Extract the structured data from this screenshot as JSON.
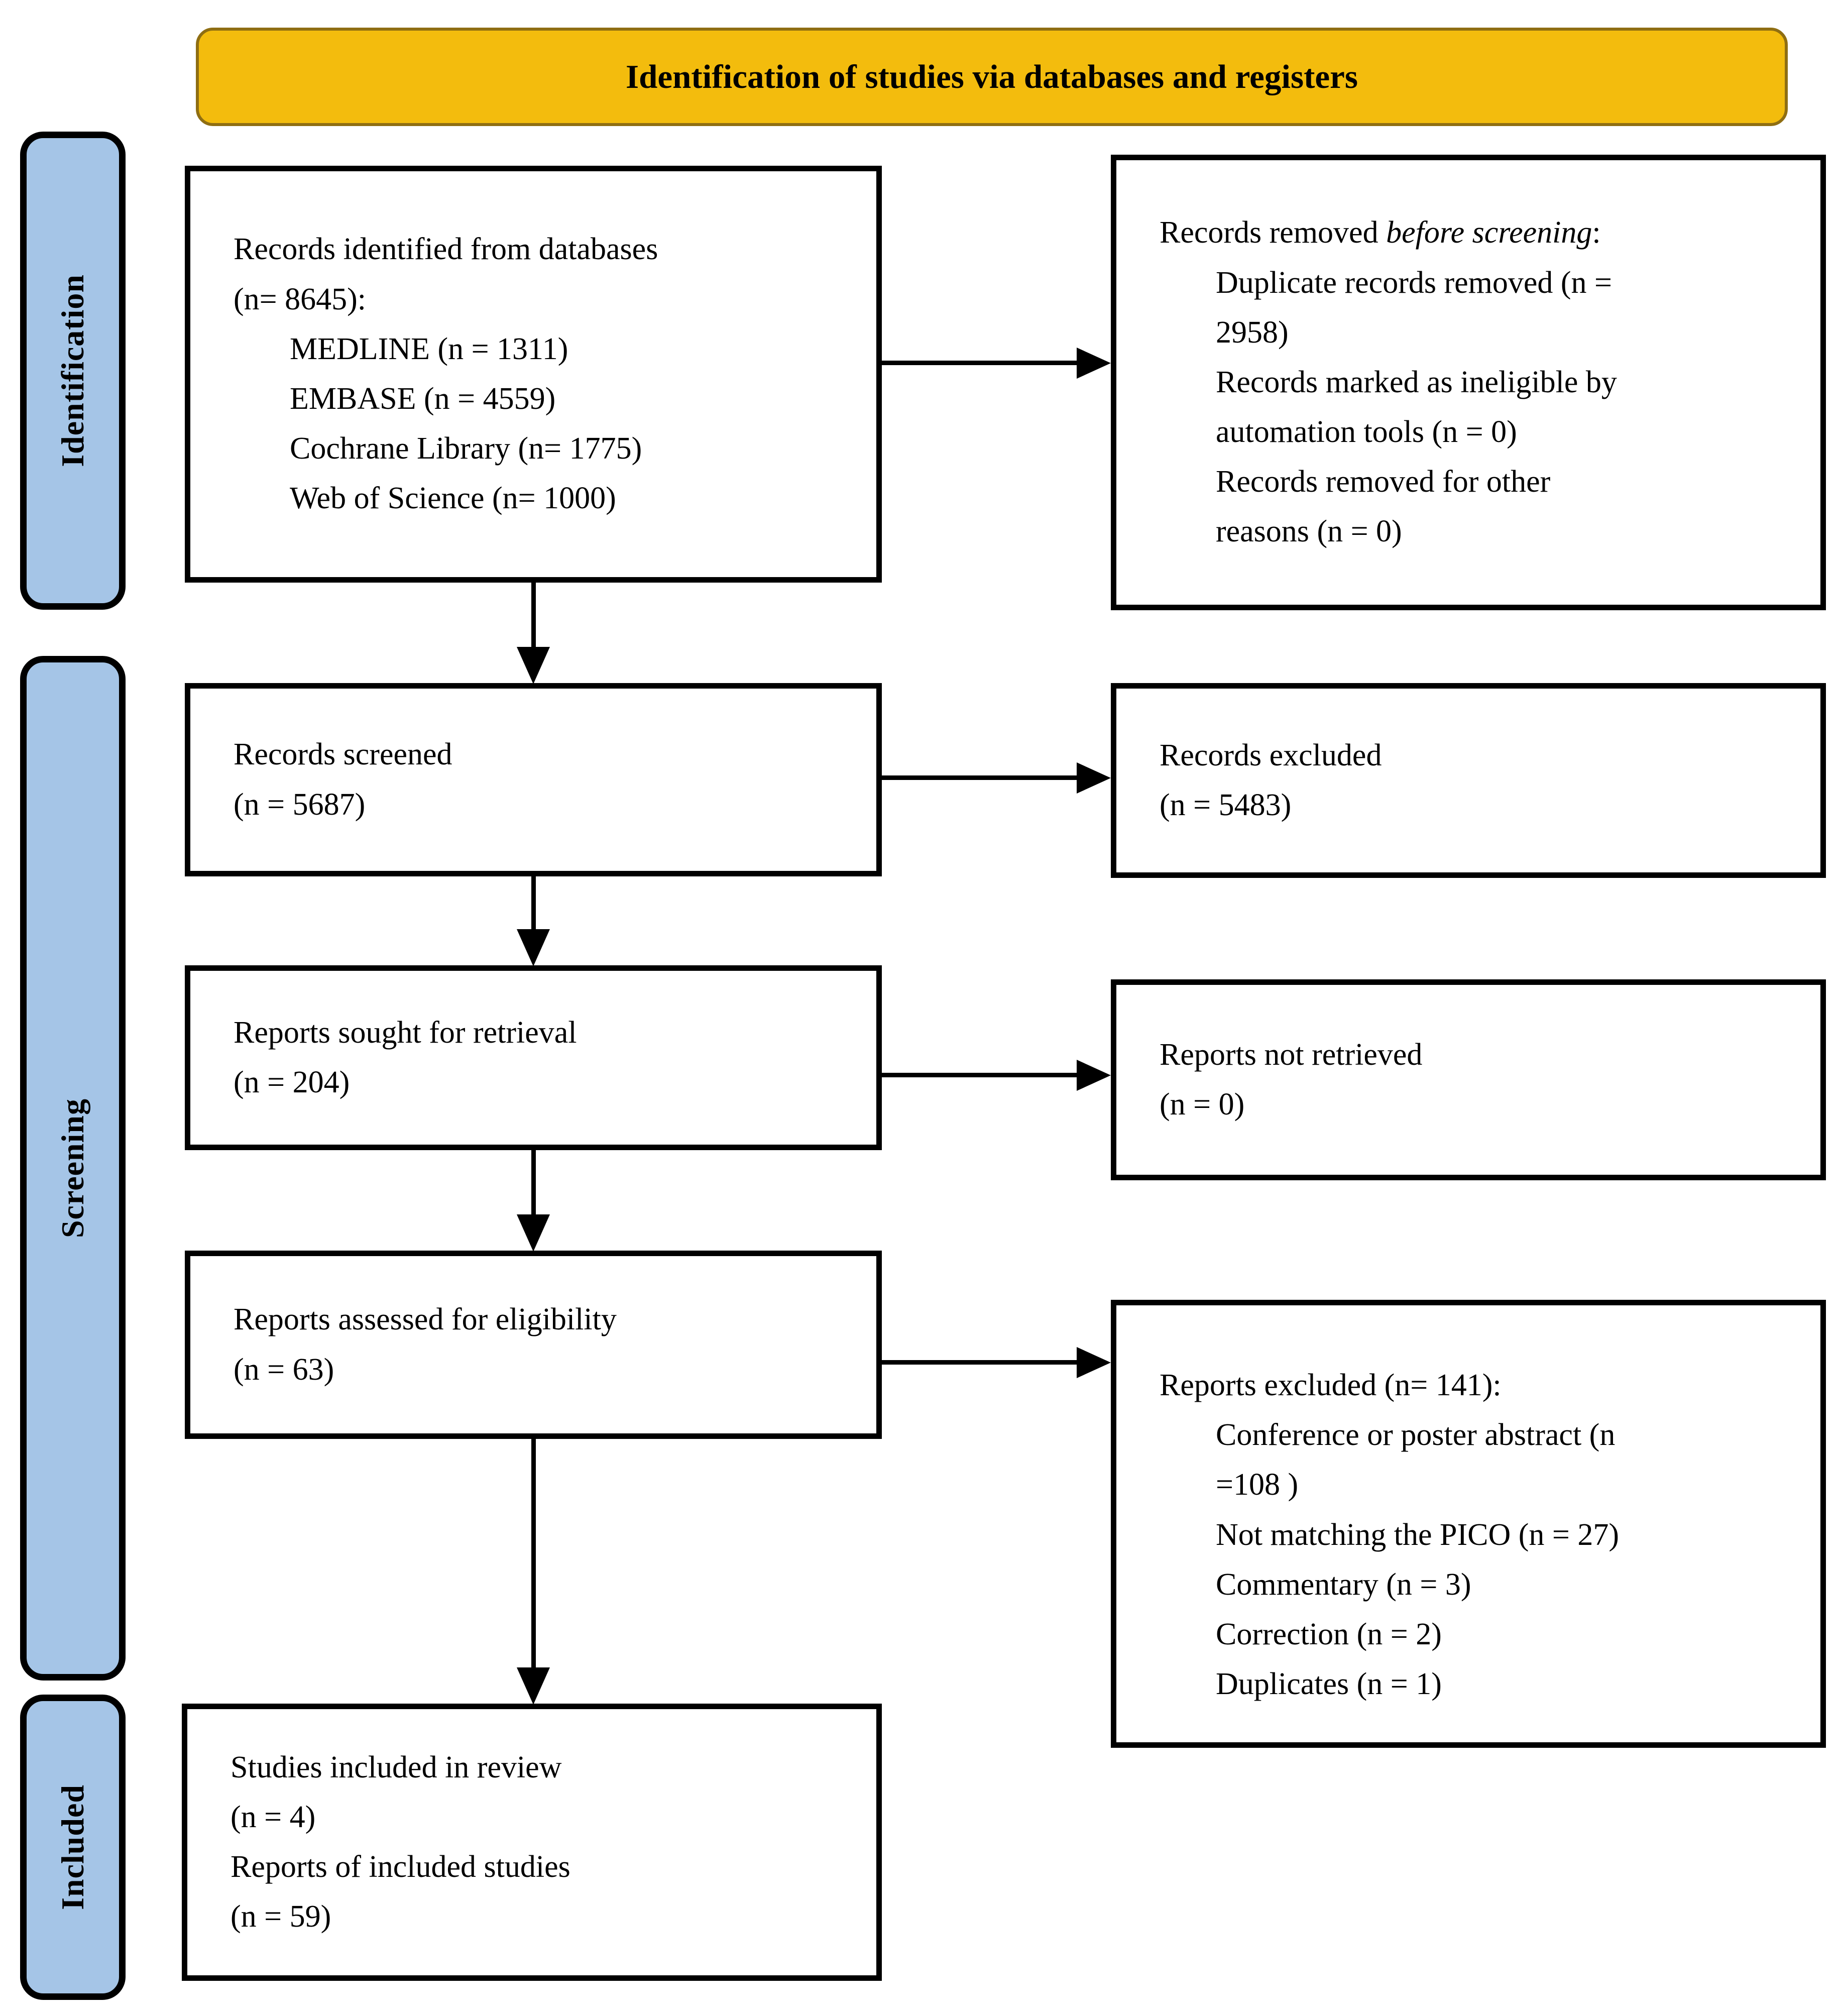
{
  "header": {
    "label": "Identification of studies via databases and registers"
  },
  "colors": {
    "banner_bg": "#F3BC0D",
    "banner_border": "#8F6E12",
    "stage_bg": "#A5C5E7",
    "box_border": "#000000"
  },
  "stages": [
    {
      "label": "Identification"
    },
    {
      "label": "Screening"
    },
    {
      "label": "Included"
    }
  ],
  "boxes": {
    "records_identified": {
      "lines": [
        {
          "t": "Records identified from databases"
        },
        {
          "t": "(n= 8645):"
        },
        {
          "t": "MEDLINE (n = 1311)",
          "ind": 1
        },
        {
          "t": "EMBASE (n = 4559)",
          "ind": 1
        },
        {
          "t": "Cochrane Library (n= 1775)",
          "ind": 1
        },
        {
          "t": "Web of Science (n= 1000)",
          "ind": 1
        }
      ]
    },
    "records_removed": {
      "lines": [
        {
          "parts": [
            {
              "t": "Records removed "
            },
            {
              "t": "before screening",
              "s": "i"
            },
            {
              "t": ":"
            }
          ]
        },
        {
          "t": "Duplicate records removed  (n =",
          "ind": 1
        },
        {
          "t": "2958)",
          "ind": 1
        },
        {
          "t": "Records marked as ineligible by",
          "ind": 1
        },
        {
          "t": "automation tools (n = 0)",
          "ind": 1
        },
        {
          "t": "Records removed for other",
          "ind": 1
        },
        {
          "t": "reasons (n = 0)",
          "ind": 1
        }
      ]
    },
    "records_screened": {
      "lines": [
        {
          "t": "Records screened"
        },
        {
          "t": "(n = 5687)"
        }
      ]
    },
    "records_excluded": {
      "lines": [
        {
          "t": "Records excluded"
        },
        {
          "t": "(n = 5483)"
        }
      ]
    },
    "reports_sought": {
      "lines": [
        {
          "t": "Reports sought for retrieval"
        },
        {
          "t": "(n = 204)"
        }
      ]
    },
    "reports_not_retrieved": {
      "lines": [
        {
          "t": "Reports not retrieved"
        },
        {
          "t": "(n = 0)"
        }
      ]
    },
    "reports_assessed": {
      "lines": [
        {
          "t": "Reports assessed for eligibility"
        },
        {
          "t": "(n = 63)"
        }
      ]
    },
    "reports_excluded": {
      "lines": [
        {
          "t": "Reports excluded (n= 141):"
        },
        {
          "t": "Conference or poster abstract (n",
          "ind": 1
        },
        {
          "t": "=108 )",
          "ind": 1
        },
        {
          "t": "Not matching the PICO (n = 27)",
          "ind": 1
        },
        {
          "t": "Commentary (n = 3)",
          "ind": 1
        },
        {
          "t": "Correction (n = 2)",
          "ind": 1
        },
        {
          "t": "Duplicates (n = 1)",
          "ind": 1
        }
      ]
    },
    "studies_included": {
      "lines": [
        {
          "t": "Studies included in review"
        },
        {
          "t": "(n = 4)"
        },
        {
          "t": "Reports of included studies"
        },
        {
          "t": "(n = 59)"
        }
      ]
    }
  }
}
